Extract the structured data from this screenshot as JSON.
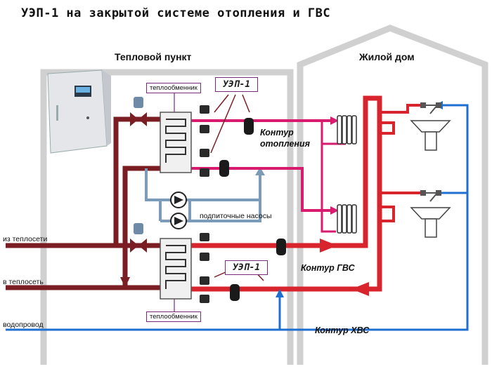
{
  "diagram": {
    "title": "УЭП-1 на закрытой системе отопления и ГВС",
    "sections": {
      "substation": "Тепловой пункт",
      "house": "Жилой дом"
    },
    "labels": {
      "exchanger_top": "теплообменник",
      "exchanger_bottom": "теплообменник",
      "uep_top": "УЭП-1",
      "uep_bottom": "УЭП-1",
      "heating_circuit_line1": "Контур",
      "heating_circuit_line2": "отопления",
      "pumps": "подпиточные насосы",
      "hot_water_circuit": "Контур ГВС",
      "cold_water_circuit": "Контур ХВС",
      "from_network": "из теплосети",
      "to_network": "в теплосеть",
      "water_supply": "водопровод"
    },
    "colors": {
      "supply_main": "#7a1e24",
      "supply_bright": "#e0202a",
      "heating_loop": "#d81b6e",
      "makeup": "#7b9bb8",
      "cold_water": "#1f6fd1",
      "walls": "#d0d0d0",
      "label_border": "#7a2a7a"
    }
  }
}
